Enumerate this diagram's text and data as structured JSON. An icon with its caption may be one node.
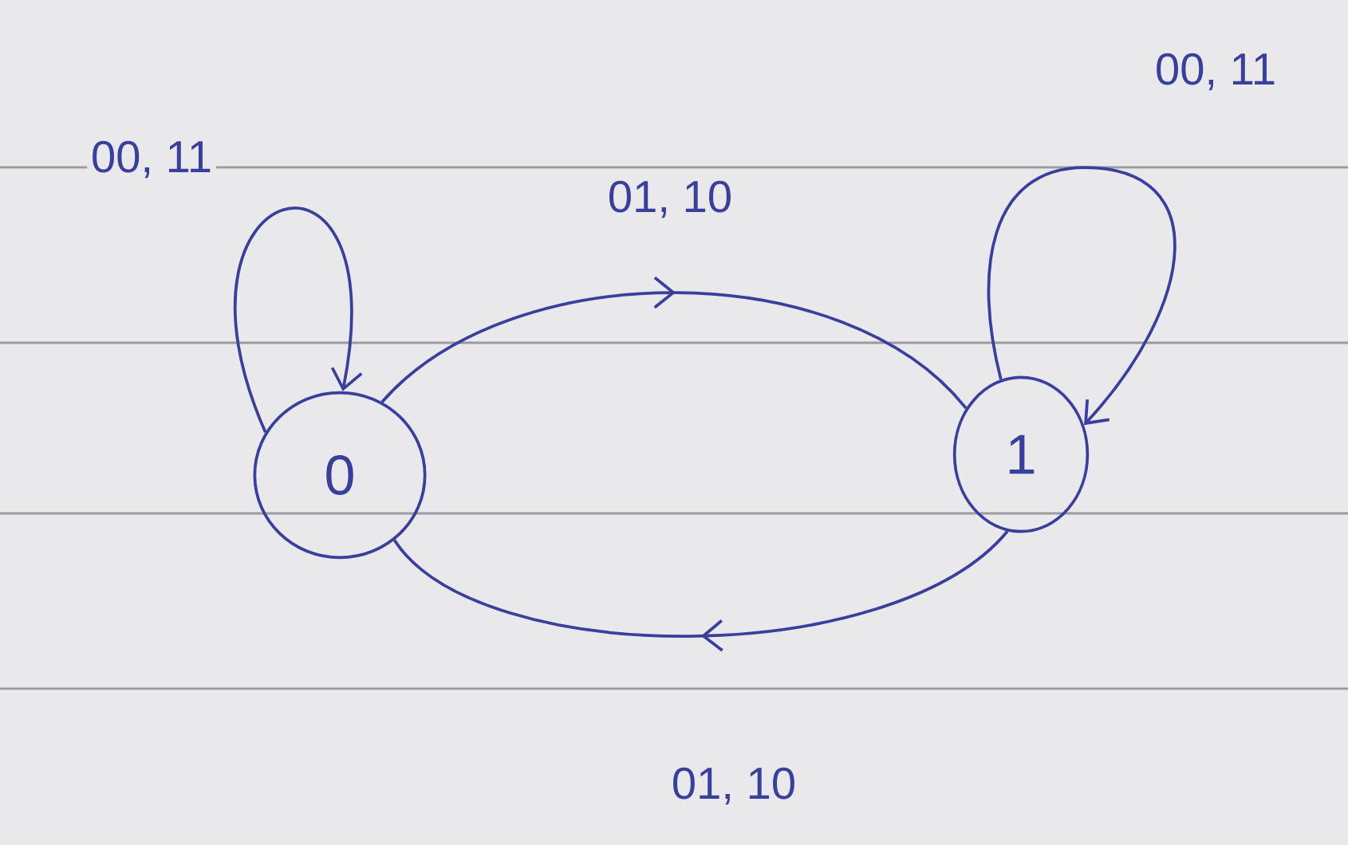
{
  "diagram": {
    "nodes": [
      {
        "text": [
          "0"
        ]
      },
      {
        "text": [
          "1"
        ]
      }
    ],
    "edges": [
      {
        "from": 0,
        "to": 0,
        "arrow": "to",
        "label": "00, 11"
      },
      {
        "from": 0,
        "to": 1,
        "arrow": "to",
        "label": "01, 10"
      },
      {
        "from": 1,
        "to": 1,
        "arrow": "to",
        "label": "00, 11"
      },
      {
        "from": 1,
        "to": 0,
        "arrow": "to",
        "label": "01, 10"
      }
    ]
  }
}
